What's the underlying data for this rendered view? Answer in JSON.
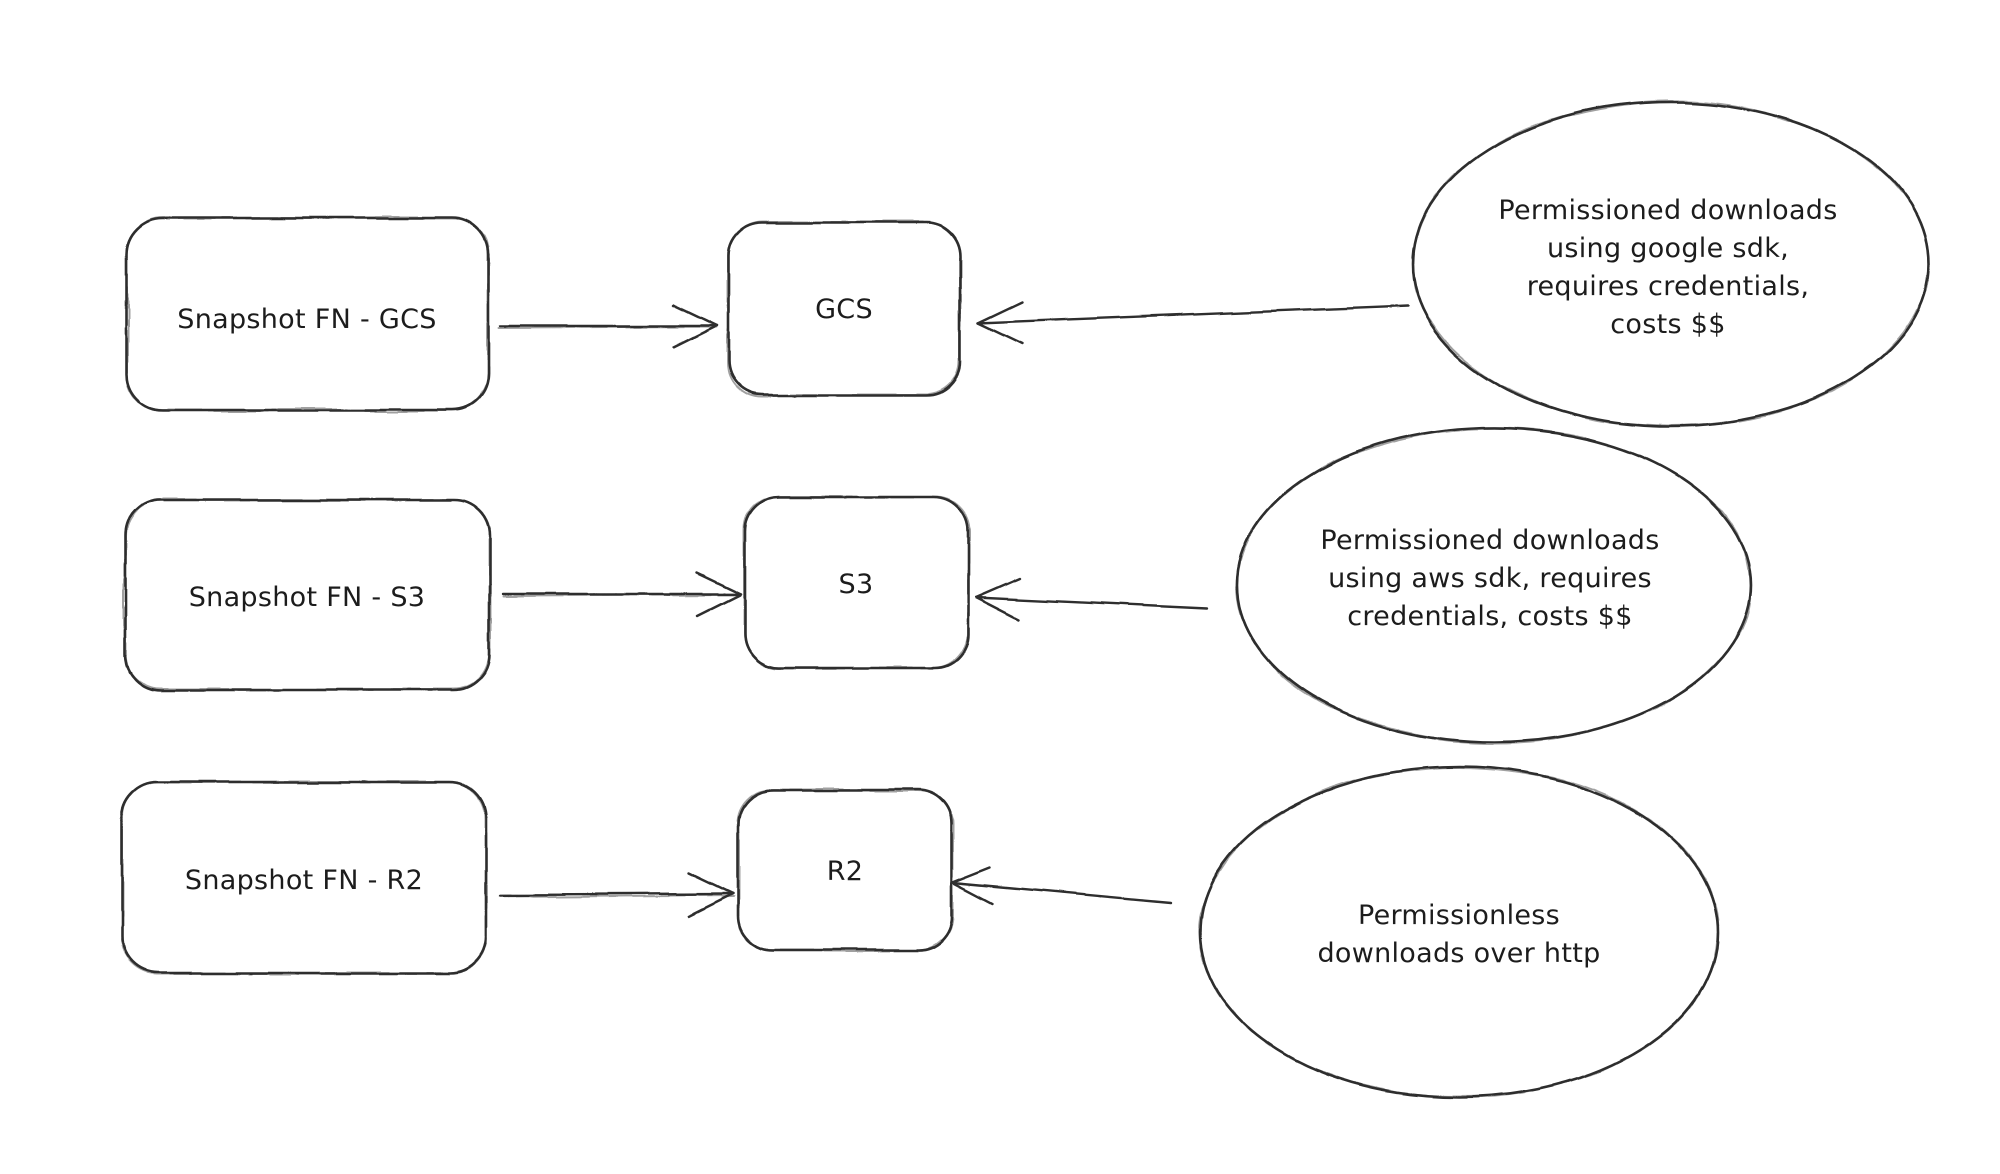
{
  "colors": {
    "background": "#ffffff",
    "stroke": "#2e2e2e",
    "text": "#1c1c1c"
  },
  "diagram": {
    "rows": [
      {
        "source_label": "Snapshot FN - GCS",
        "target_label": "GCS",
        "note_lines": [
          "Permissioned downloads",
          "using google sdk,",
          "requires credentials,",
          "costs $$"
        ]
      },
      {
        "source_label": "Snapshot FN - S3",
        "target_label": "S3",
        "note_lines": [
          "Permissioned downloads",
          "using aws sdk, requires",
          "credentials, costs $$"
        ]
      },
      {
        "source_label": "Snapshot FN - R2",
        "target_label": "R2",
        "note_lines": [
          "Permissionless",
          "downloads over http"
        ]
      }
    ]
  }
}
